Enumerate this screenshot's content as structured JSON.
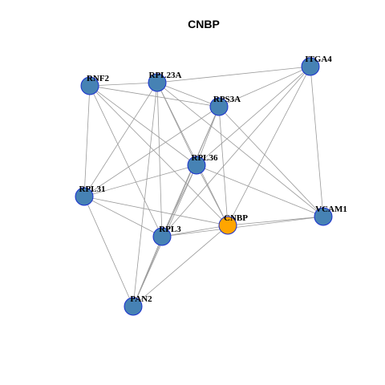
{
  "title": "CNBP",
  "colors": {
    "node_default": "#4682b4",
    "node_focus": "#ffa500",
    "node_border": "#1a2fcf",
    "edge": "#9a9a9a"
  },
  "nodes": [
    {
      "id": "CNBP",
      "label": "CNBP",
      "focus": true
    },
    {
      "id": "RNF2",
      "label": "RNF2",
      "focus": false
    },
    {
      "id": "RPL23A",
      "label": "RPL23A",
      "focus": false
    },
    {
      "id": "ITGA4",
      "label": "ITGA4",
      "focus": false
    },
    {
      "id": "RPS3A",
      "label": "RPS3A",
      "focus": false
    },
    {
      "id": "RPL36",
      "label": "RPL36",
      "focus": false
    },
    {
      "id": "RPL31",
      "label": "RPL31",
      "focus": false
    },
    {
      "id": "VCAM1",
      "label": "VCAM1",
      "focus": false
    },
    {
      "id": "RPL3",
      "label": "RPL3",
      "focus": false
    },
    {
      "id": "PAN2",
      "label": "PAN2",
      "focus": false
    }
  ],
  "edges": [
    [
      "RNF2",
      "RPL23A"
    ],
    [
      "RNF2",
      "RPS3A"
    ],
    [
      "RNF2",
      "RPL31"
    ],
    [
      "RNF2",
      "RPL3"
    ],
    [
      "RNF2",
      "RPL36"
    ],
    [
      "RNF2",
      "CNBP"
    ],
    [
      "RPL23A",
      "ITGA4"
    ],
    [
      "RPL23A",
      "RPS3A"
    ],
    [
      "RPL23A",
      "RPL36"
    ],
    [
      "RPL23A",
      "RPL31"
    ],
    [
      "RPL23A",
      "CNBP"
    ],
    [
      "RPL23A",
      "RPL3"
    ],
    [
      "RPL23A",
      "PAN2"
    ],
    [
      "RPL23A",
      "VCAM1"
    ],
    [
      "ITGA4",
      "RPS3A"
    ],
    [
      "ITGA4",
      "RPL36"
    ],
    [
      "ITGA4",
      "CNBP"
    ],
    [
      "ITGA4",
      "VCAM1"
    ],
    [
      "ITGA4",
      "RPL3"
    ],
    [
      "RPS3A",
      "RPL36"
    ],
    [
      "RPS3A",
      "RPL31"
    ],
    [
      "RPS3A",
      "CNBP"
    ],
    [
      "RPS3A",
      "RPL3"
    ],
    [
      "RPS3A",
      "PAN2"
    ],
    [
      "RPS3A",
      "VCAM1"
    ],
    [
      "RPL36",
      "RPL31"
    ],
    [
      "RPL36",
      "CNBP"
    ],
    [
      "RPL36",
      "RPL3"
    ],
    [
      "RPL36",
      "PAN2"
    ],
    [
      "RPL36",
      "VCAM1"
    ],
    [
      "RPL31",
      "CNBP"
    ],
    [
      "RPL31",
      "RPL3"
    ],
    [
      "RPL31",
      "PAN2"
    ],
    [
      "CNBP",
      "VCAM1"
    ],
    [
      "CNBP",
      "RPL3"
    ],
    [
      "CNBP",
      "PAN2"
    ],
    [
      "RPL3",
      "VCAM1"
    ],
    [
      "RPL3",
      "PAN2"
    ]
  ]
}
